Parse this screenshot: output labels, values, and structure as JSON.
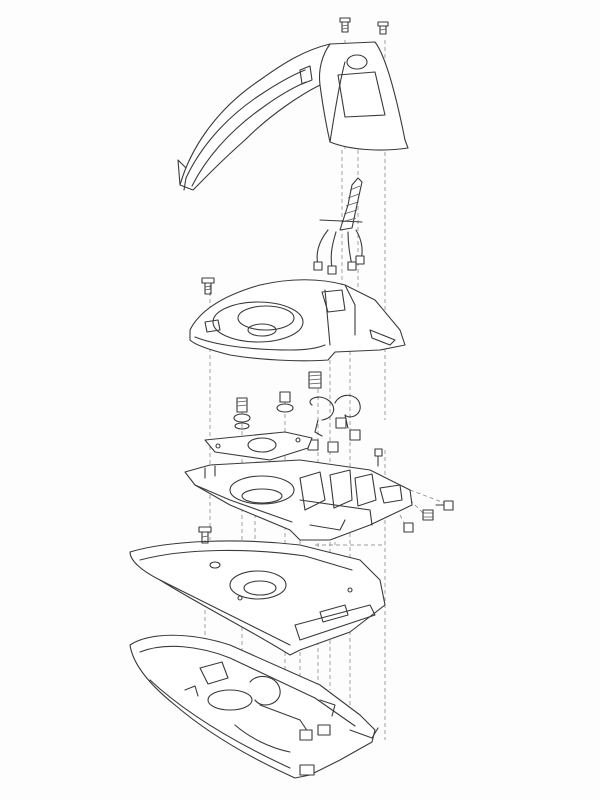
{
  "diagram": {
    "subject": "exploded-view-steam-iron",
    "parts": [
      "handle",
      "handle-screws",
      "power-cord-and-strain-relief",
      "top-housing",
      "housing-screw",
      "thermostat-springs-and-bushings",
      "gasket-plate",
      "inner-chassis",
      "side-screws",
      "cover-plate",
      "soleplate-heating-element"
    ]
  }
}
